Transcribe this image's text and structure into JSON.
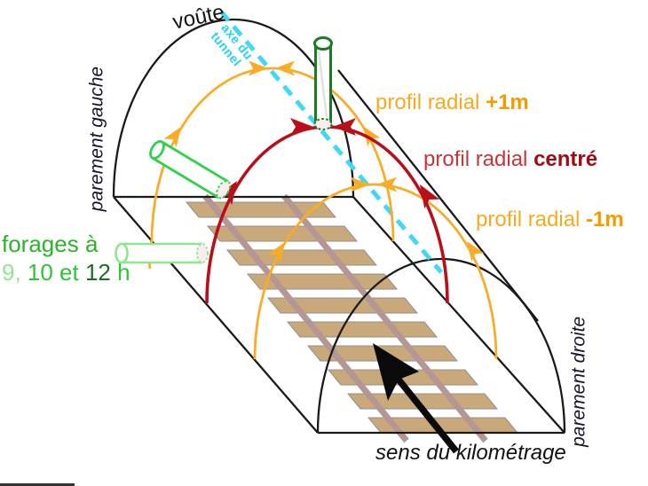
{
  "labels": {
    "vault": "voûte",
    "axis_line1": "axe du",
    "axis_line2": "tunnel",
    "left_wall": "parement gauche",
    "right_wall": "parement droite",
    "profile_plus1_prefix": "profil radial ",
    "profile_plus1_bold": "+1m",
    "profile_center_prefix": "profil radial ",
    "profile_center_bold": "centré",
    "profile_minus1_prefix": "profil radial ",
    "profile_minus1_bold": "-1m",
    "boreholes_title": "forages à",
    "boreholes_seg_9": "9,",
    "boreholes_seg_10": " 10 et ",
    "boreholes_seg_12": "12",
    "boreholes_seg_h": " h",
    "direction": "sens du kilométrage"
  },
  "colors": {
    "profile_orange": "#F9AC25",
    "profile_red_arc": "#B90F1B",
    "profile_center_bold_red": "#9E0B10",
    "axis_cyan": "#3FD8F5",
    "borehole_9_light_green": "#90E690",
    "borehole_10_bright_green": "#31D14B",
    "borehole_12_dark_green": "#1B7A24",
    "forages_text_green": "#2BB32B",
    "sleeper_tan": "#C9A87A",
    "rail_brown": "#B49795",
    "outline_black": "#1A1A1A"
  }
}
